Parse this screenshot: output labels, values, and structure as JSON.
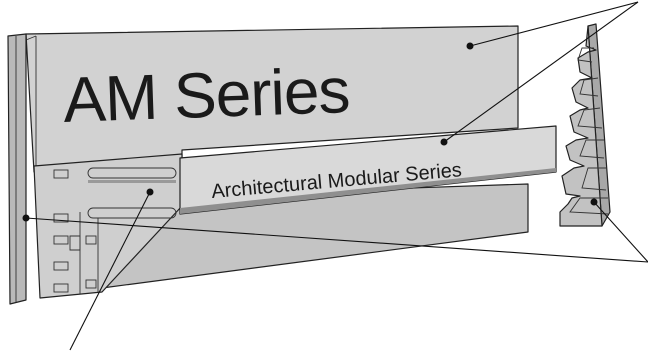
{
  "diagram": {
    "main_panel": {
      "title": "AM Series"
    },
    "front_strip": {
      "label": "Architectural Modular Series"
    },
    "colors": {
      "main_panel": "#d2d2d2",
      "front_strip": "#d9d9d9",
      "back_strip": "#c4c4c4",
      "left_edge": "#b9b9b9",
      "bracket": "#c2c2c2",
      "bracket_side": "#a8a8a8",
      "outline": "#222222",
      "leader": "#111111"
    },
    "callouts": [
      {
        "id": "main-panel",
        "targets": [
          "main panel face",
          "front strip"
        ]
      },
      {
        "id": "bracket",
        "targets": [
          "end bracket",
          "left edge cap"
        ]
      },
      {
        "id": "rail-channel",
        "targets": [
          "mounting rail channel"
        ]
      }
    ]
  }
}
